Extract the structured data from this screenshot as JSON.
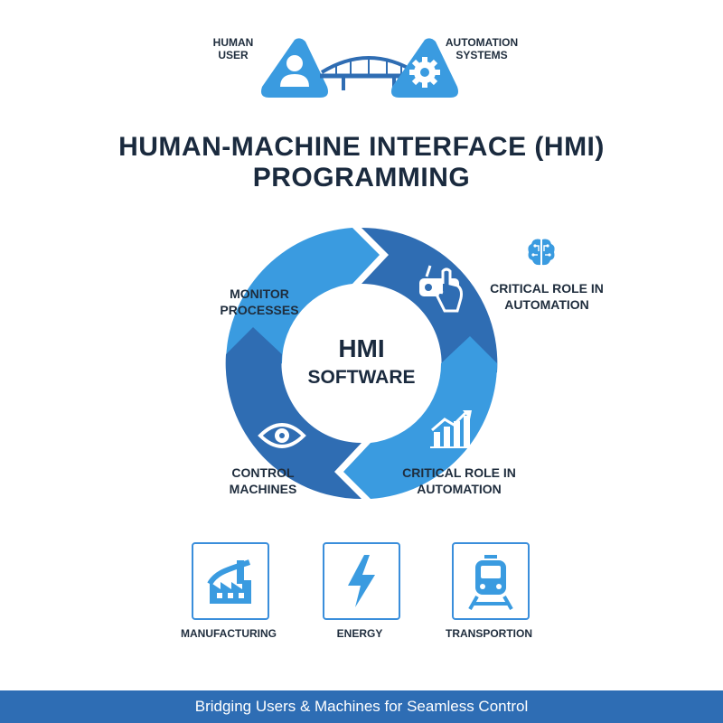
{
  "header": {
    "left_label": [
      "HUMAN",
      "USER"
    ],
    "right_label": [
      "AUTOMATION",
      "SYSTEMS"
    ],
    "left_icon": "user-icon",
    "right_icon": "gear-icon",
    "bridge_icon": "bridge-icon"
  },
  "title": {
    "line1": "HUMAN-MACHINE INTERFACE (HMI)",
    "line2": "PROGRAMMING"
  },
  "cycle": {
    "center_line1": "HMI",
    "center_line2": "SOFTWARE",
    "segments": [
      {
        "label": [
          "MONITOR",
          "PROCESSES"
        ],
        "color": "#3a9be0"
      },
      {
        "label": [
          "CRITICAL ROLE IN",
          "AUTOMATION"
        ],
        "icon": "touch-control-icon",
        "color": "#2f6db3"
      },
      {
        "label": [
          "CRITICAL ROLE IN",
          "AUTOMATION"
        ],
        "icon": "growth-chart-icon",
        "color": "#3a9be0"
      },
      {
        "label": [
          "CONTROL",
          "MACHINES"
        ],
        "icon": "eye-icon",
        "color": "#2f6db3"
      }
    ],
    "side_icon": "brain-circuit-icon"
  },
  "industries": [
    {
      "label": "MANUFACTURING",
      "icon": "factory-icon"
    },
    {
      "label": "ENERGY",
      "icon": "lightning-icon"
    },
    {
      "label": "TRANSPORTION",
      "icon": "train-icon"
    }
  ],
  "footer": {
    "text": "Bridging Users & Machines for Seamless Control"
  },
  "colors": {
    "primary": "#2f6db3",
    "light": "#3a9be0",
    "footer": "#2e6db4",
    "text": "#1a2a3e"
  }
}
